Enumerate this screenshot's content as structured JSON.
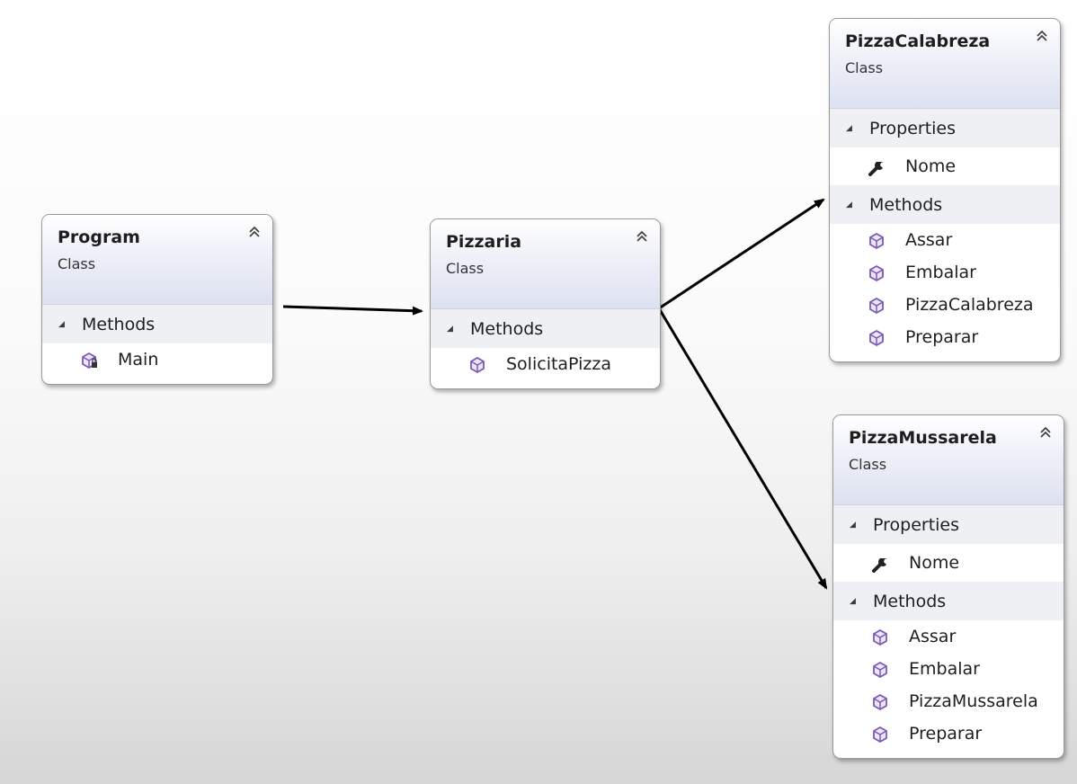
{
  "diagram": {
    "classes": [
      {
        "name": "Program",
        "kind": "Class",
        "sections": [
          {
            "title": "Methods",
            "members": [
              {
                "name": "Main",
                "icon": "private-method-icon"
              }
            ]
          }
        ]
      },
      {
        "name": "Pizzaria",
        "kind": "Class",
        "sections": [
          {
            "title": "Methods",
            "members": [
              {
                "name": "SolicitaPizza",
                "icon": "method-icon"
              }
            ]
          }
        ]
      },
      {
        "name": "PizzaCalabreza",
        "kind": "Class",
        "sections": [
          {
            "title": "Properties",
            "members": [
              {
                "name": "Nome",
                "icon": "wrench-icon"
              }
            ]
          },
          {
            "title": "Methods",
            "members": [
              {
                "name": "Assar",
                "icon": "method-icon"
              },
              {
                "name": "Embalar",
                "icon": "method-icon"
              },
              {
                "name": "PizzaCalabreza",
                "icon": "method-icon"
              },
              {
                "name": "Preparar",
                "icon": "method-icon"
              }
            ]
          }
        ]
      },
      {
        "name": "PizzaMussarela",
        "kind": "Class",
        "sections": [
          {
            "title": "Properties",
            "members": [
              {
                "name": "Nome",
                "icon": "wrench-icon"
              }
            ]
          },
          {
            "title": "Methods",
            "members": [
              {
                "name": "Assar",
                "icon": "method-icon"
              },
              {
                "name": "Embalar",
                "icon": "method-icon"
              },
              {
                "name": "PizzaMussarela",
                "icon": "method-icon"
              },
              {
                "name": "Preparar",
                "icon": "method-icon"
              }
            ]
          }
        ]
      }
    ],
    "associations": [
      {
        "from": "Program",
        "to": "Pizzaria"
      },
      {
        "from": "Pizzaria",
        "to": "PizzaCalabreza"
      },
      {
        "from": "Pizzaria",
        "to": "PizzaMussarela"
      }
    ],
    "colors": {
      "method_icon": "#7b5ab5",
      "header_gradient_end": "#dde1f0",
      "section_bg": "#eef0f4",
      "connector": "#000000"
    }
  }
}
